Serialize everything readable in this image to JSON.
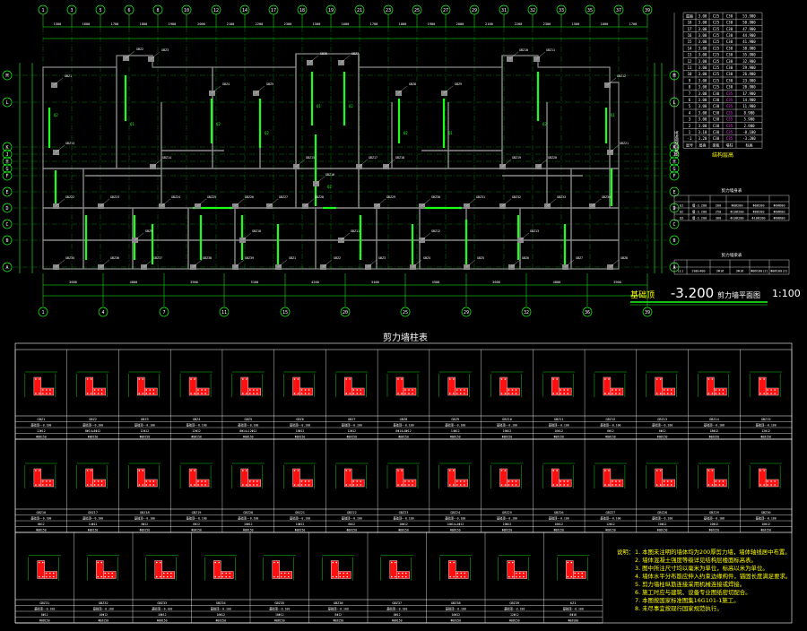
{
  "plan": {
    "top_axes": [
      "1",
      "3",
      "5",
      "6",
      "8",
      "10",
      "12",
      "14",
      "17",
      "18",
      "19",
      "21",
      "23",
      "25",
      "27",
      "29",
      "31",
      "32",
      "33",
      "35",
      "37",
      "39"
    ],
    "bottom_axes": [
      "1",
      "4",
      "7",
      "11",
      "15",
      "20",
      "25",
      "29",
      "32",
      "36",
      "39"
    ],
    "left_axes": [
      "A",
      "B",
      "C",
      "D",
      "E",
      "F",
      "G",
      "H",
      "J",
      "K",
      "L",
      "M"
    ],
    "right_axes": [
      "A",
      "B",
      "C",
      "D",
      "E",
      "F",
      "G",
      "H",
      "J",
      "K",
      "L",
      "M"
    ],
    "label_prefix": "基础顶",
    "level": "-3.200",
    "label_suffix": "剪力墙平面图",
    "scale": "1:100"
  },
  "schedule": {
    "title": "剪力墙柱表"
  },
  "story_table": {
    "title": "结构层楼面标高",
    "subtitle": "结构层高",
    "rows": [
      [
        "屋面",
        "3.00",
        "C25",
        "C30",
        "53.900"
      ],
      [
        "18",
        "3.00",
        "C25",
        "C30",
        "50.900"
      ],
      [
        "17",
        "3.00",
        "C25",
        "C30",
        "47.900"
      ],
      [
        "16",
        "3.00",
        "C25",
        "C30",
        "44.900"
      ],
      [
        "15",
        "3.00",
        "C25",
        "C30",
        "41.900"
      ],
      [
        "14",
        "3.00",
        "C25",
        "C30",
        "38.900"
      ],
      [
        "13",
        "3.00",
        "C25",
        "C30",
        "35.900"
      ],
      [
        "12",
        "3.00",
        "C25",
        "C30",
        "32.900"
      ],
      [
        "11",
        "3.00",
        "C25",
        "C30",
        "29.900"
      ],
      [
        "10",
        "3.00",
        "C25",
        "C30",
        "26.900"
      ],
      [
        "9",
        "3.00",
        "C25",
        "C30",
        "23.900"
      ],
      [
        "8",
        "3.00",
        "C25",
        "C30",
        "20.900"
      ],
      [
        "7",
        "3.00",
        "C30",
        "C35",
        "17.900"
      ],
      [
        "6",
        "3.00",
        "C30",
        "C35",
        "14.900"
      ],
      [
        "5",
        "3.00",
        "C30",
        "C35",
        "11.900"
      ],
      [
        "4",
        "3.00",
        "C30",
        "C35",
        "8.900"
      ],
      [
        "3",
        "3.00",
        "C30",
        "C35",
        "5.900"
      ],
      [
        "2",
        "3.00",
        "C30",
        "C35",
        "2.900"
      ],
      [
        "1",
        "3.10",
        "C30",
        "C35",
        "-0.100"
      ],
      [
        "-1",
        "3.20",
        "C30",
        "C35",
        "-3.200"
      ],
      [
        "层号",
        "层高",
        "梁板",
        "墙柱",
        "标高"
      ]
    ]
  },
  "wall_table": {
    "title": "剪力墙身表",
    "rows": [
      [
        "Q1",
        "墙-3.200",
        "200",
        "Φ8@200",
        "Φ8@200",
        "Φ6@600"
      ],
      [
        "Q2",
        "墙-3.200",
        "250",
        "Φ10@200",
        "Φ8@200",
        "Φ6@600"
      ],
      [
        "Q3",
        "墙-3.200",
        "300",
        "Φ10@200",
        "Φ10@200",
        "Φ6@600"
      ]
    ]
  },
  "beam_table": {
    "title": "剪力墙梁表",
    "rows": [
      [
        "LL1",
        "200x400",
        "3Φ16",
        "3Φ16",
        "Φ8@100(2)",
        "Φ8@100(2)"
      ]
    ]
  },
  "notes": {
    "label": "说明：",
    "items": [
      "1. 本图未注明的墙体均为200厚剪力墙，墙体轴线居中布置。",
      "2. 墙体混凝土强度等级详见结构层楼面标高表。",
      "3. 图中所注尺寸均以毫米为单位，标高以米为单位。",
      "4. 墙体水平分布筋应伸入约束边缘构件，锚固长度满足要求。",
      "5. 剪力墙柱纵筋连接采用机械连接或焊接。",
      "6. 施工时应与建筑、设备专业图纸密切配合。",
      "7. 本图按国家标准图集16G101-1施工。",
      "8. 未尽事宜按现行国家规范执行。"
    ]
  },
  "details": {
    "row1": [
      {
        "id": "GBZ1",
        "elev": "基础顶~-0.100",
        "bars": "12Φ12",
        "stirrup": "Φ8@150"
      },
      {
        "id": "GBZ2",
        "elev": "基础顶~-0.100",
        "bars": "8Φ14+8Φ12",
        "stirrup": "Φ8@150"
      },
      {
        "id": "GBZ3",
        "elev": "基础顶~-0.100",
        "bars": "12Φ12",
        "stirrup": "Φ8@150"
      },
      {
        "id": "GBZ4",
        "elev": "基础顶~-0.100",
        "bars": "12Φ12",
        "stirrup": "Φ8@150"
      },
      {
        "id": "GBZ5",
        "elev": "基础顶~-0.100",
        "bars": "8Φ14+12Φ12",
        "stirrup": "Φ8@150"
      },
      {
        "id": "GBZ6",
        "elev": "基础顶~-0.100",
        "bars": "18Φ12",
        "stirrup": "Φ8@150"
      },
      {
        "id": "GBZ7",
        "elev": "基础顶~-0.100",
        "bars": "12Φ12",
        "stirrup": "Φ8@150"
      },
      {
        "id": "GBZ8",
        "elev": "基础顶~-0.100",
        "bars": "8Φ14+8Φ12",
        "stirrup": "Φ8@150"
      },
      {
        "id": "GBZ9",
        "elev": "基础顶~-0.100",
        "bars": "14Φ12",
        "stirrup": "Φ8@150"
      },
      {
        "id": "GBZ10",
        "elev": "基础顶~-0.100",
        "bars": "16Φ12",
        "stirrup": "Φ8@150"
      },
      {
        "id": "GBZ11",
        "elev": "基础顶~-0.100",
        "bars": "16Φ12",
        "stirrup": "Φ8@150"
      },
      {
        "id": "GBZ12",
        "elev": "基础顶~-0.100",
        "bars": "6Φ12",
        "stirrup": "Φ8@150"
      },
      {
        "id": "GBZ13",
        "elev": "基础顶~-0.100",
        "bars": "6Φ12",
        "stirrup": "Φ8@150"
      },
      {
        "id": "GBZ14",
        "elev": "基础顶~-0.100",
        "bars": "18Φ12",
        "stirrup": "Φ8@150"
      },
      {
        "id": "GBZ15",
        "elev": "基础顶~-0.100",
        "bars": "12Φ12",
        "stirrup": "Φ8@150"
      }
    ],
    "row2": [
      {
        "id": "GBZ16",
        "elev": "基础顶~-0.100",
        "bars": "6Φ12",
        "stirrup": "Φ8@150"
      },
      {
        "id": "GBZ17",
        "elev": "基础顶~-0.100",
        "bars": "14Φ12",
        "stirrup": "Φ8@150"
      },
      {
        "id": "GBZ18",
        "elev": "基础顶~-0.100",
        "bars": "6Φ12",
        "stirrup": "Φ8@150"
      },
      {
        "id": "GBZ19",
        "elev": "基础顶~-0.100",
        "bars": "6Φ12",
        "stirrup": "Φ8@150"
      },
      {
        "id": "GBZ20",
        "elev": "基础顶~-0.100",
        "bars": "10Φ12",
        "stirrup": "Φ8@150"
      },
      {
        "id": "GBZ21",
        "elev": "基础顶~-0.100",
        "bars": "10Φ12",
        "stirrup": "Φ8@150"
      },
      {
        "id": "GBZ22",
        "elev": "基础顶~-0.100",
        "bars": "6Φ12",
        "stirrup": "Φ8@150"
      },
      {
        "id": "GBZ23",
        "elev": "基础顶~-0.100",
        "bars": "10Φ12",
        "stirrup": "Φ8@150"
      },
      {
        "id": "GBZ24",
        "elev": "基础顶~-0.100",
        "bars": "14Φ14+4Φ12",
        "stirrup": "Φ8@150"
      },
      {
        "id": "GBZ25",
        "elev": "基础顶~-0.100",
        "bars": "10Φ12",
        "stirrup": "Φ8@150"
      },
      {
        "id": "GBZ26",
        "elev": "基础顶~-0.100",
        "bars": "10Φ12",
        "stirrup": "Φ8@150"
      },
      {
        "id": "GBZ27",
        "elev": "基础顶~-0.100",
        "bars": "12Φ12",
        "stirrup": "Φ8@150"
      },
      {
        "id": "GBZ28",
        "elev": "基础顶~-0.100",
        "bars": "10Φ12",
        "stirrup": "Φ8@150"
      },
      {
        "id": "GBZ29",
        "elev": "基础顶~-0.100",
        "bars": "10Φ12",
        "stirrup": "Φ8@150"
      },
      {
        "id": "GBZ30",
        "elev": "基础顶~-0.100",
        "bars": "10Φ12",
        "stirrup": "Φ8@150"
      }
    ],
    "row3": [
      {
        "id": "GBZ31",
        "elev": "基础顶~-0.100",
        "bars": "8Φ12",
        "stirrup": "Φ8@150"
      },
      {
        "id": "GBZ32",
        "elev": "基础顶~-0.100",
        "bars": "10Φ12",
        "stirrup": "Φ8@150"
      },
      {
        "id": "GBZ33",
        "elev": "基础顶~-0.100",
        "bars": "10Φ12",
        "stirrup": "Φ8@150"
      },
      {
        "id": "GBZ34",
        "elev": "基础顶~-0.100",
        "bars": "10Φ12",
        "stirrup": "Φ8@150"
      },
      {
        "id": "GBZ35",
        "elev": "基础顶~-0.100",
        "bars": "10Φ12",
        "stirrup": "Φ8@150"
      },
      {
        "id": "GBZ36",
        "elev": "基础顶~-0.100",
        "bars": "8Φ12",
        "stirrup": "Φ8@150"
      },
      {
        "id": "GBZ37",
        "elev": "基础顶~-0.100",
        "bars": "8Φ12",
        "stirrup": "Φ8@150"
      },
      {
        "id": "GBZ38",
        "elev": "基础顶~-0.100",
        "bars": "10Φ12",
        "stirrup": "Φ8@150"
      },
      {
        "id": "GBZ39",
        "elev": "基础顶~-0.100",
        "bars": "12Φ12",
        "stirrup": "Φ8@150"
      },
      {
        "id": "KZ1",
        "elev": "基础顶~-0.100",
        "bars": "8Φ16",
        "stirrup": "Φ8@100"
      }
    ]
  }
}
